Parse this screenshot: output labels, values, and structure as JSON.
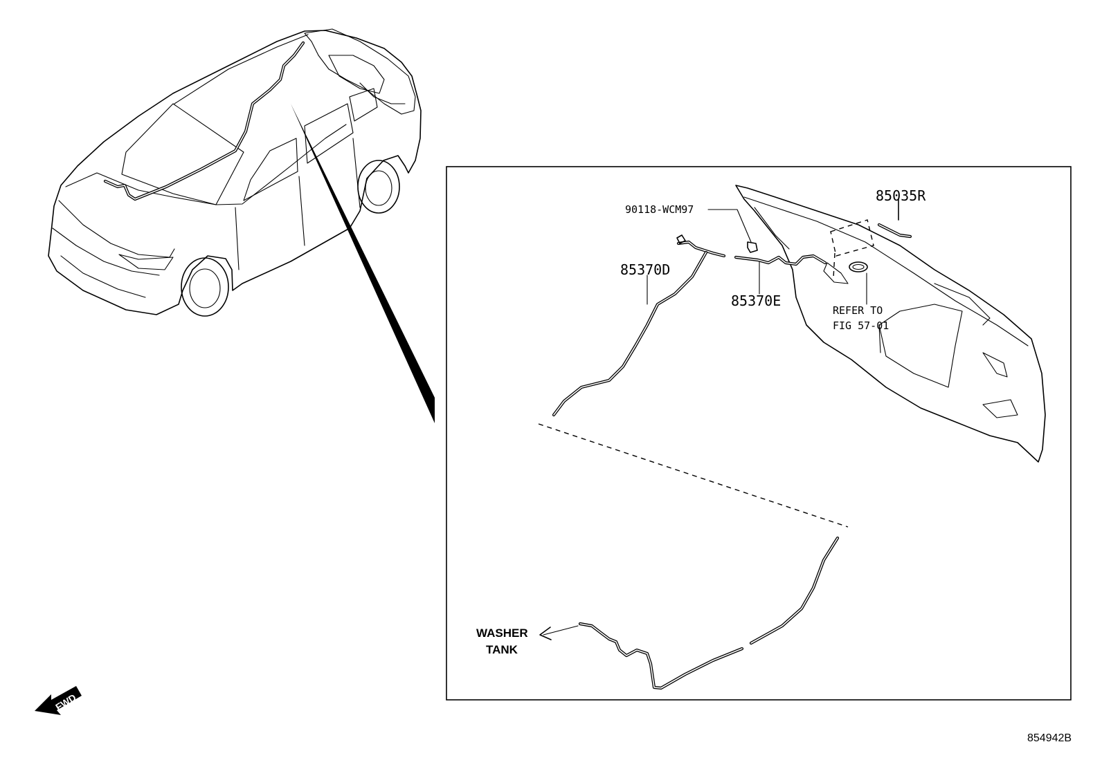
{
  "parts": {
    "clip": "90118-WCM97",
    "hose_d": "85370D",
    "hose_e": "85370E",
    "nozzle": "85035R"
  },
  "reference": {
    "line1": "REFER TO",
    "line2": "FIG 57-01"
  },
  "washer_tank": {
    "line1": "WASHER",
    "line2": "TANK"
  },
  "fwd_label": "FWD",
  "diagram_id": "854942B"
}
